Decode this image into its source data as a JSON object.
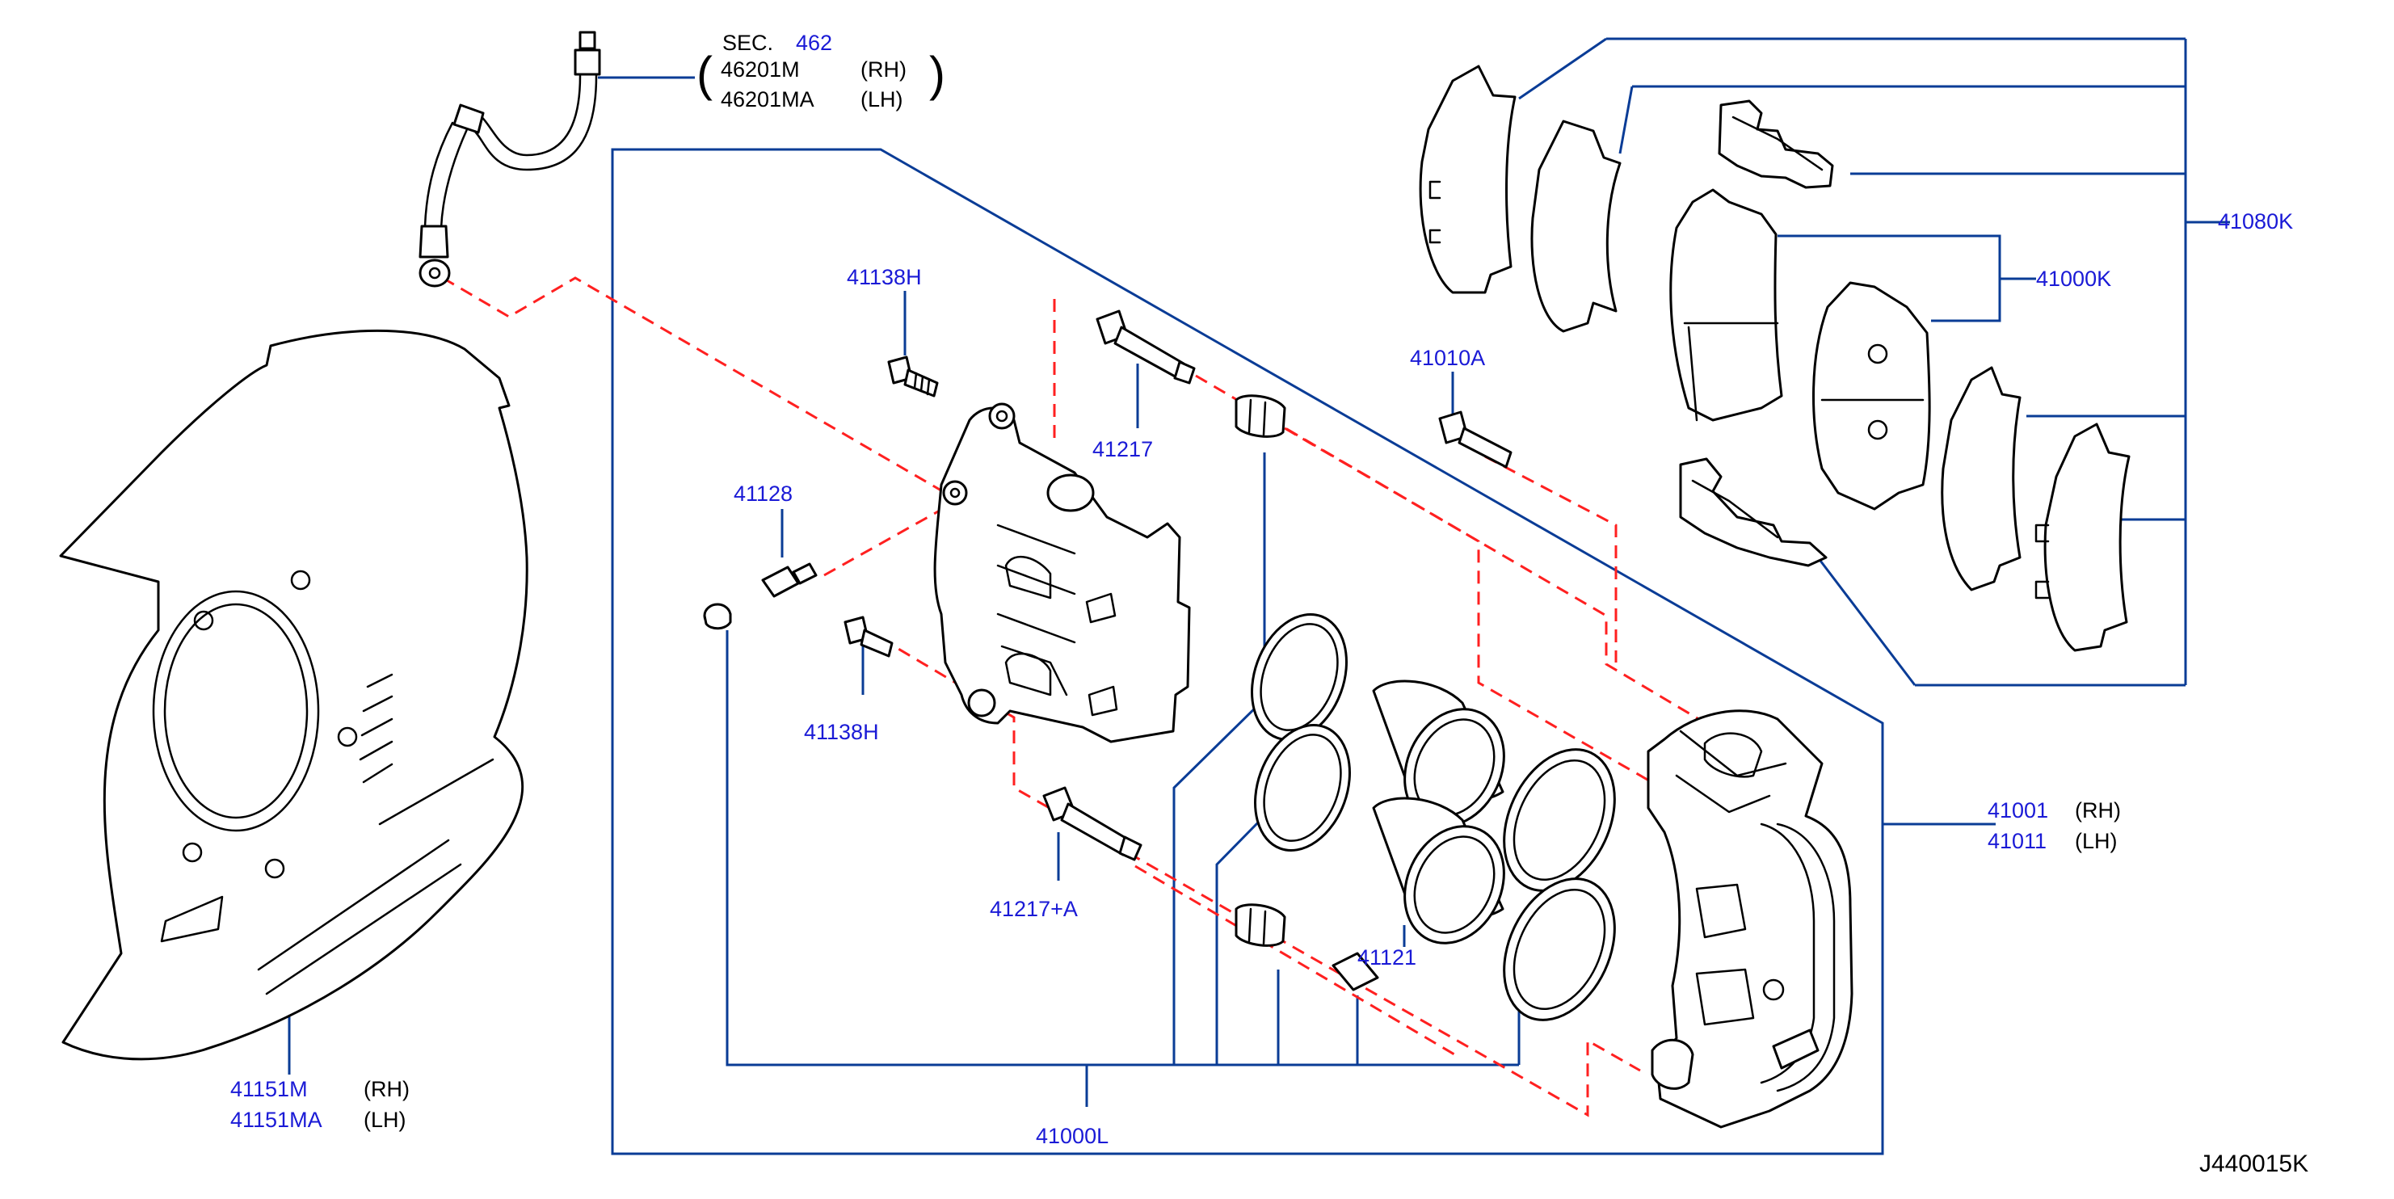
{
  "colors": {
    "label": "#1a1ad6",
    "leader": "#0a3c96",
    "phantom": "#ff2020",
    "line": "#000000"
  },
  "hose": {
    "sec_prefix": "SEC.",
    "sec_number": "462",
    "rh_part": "46201M",
    "rh_side": "(RH)",
    "lh_part": "46201MA",
    "lh_side": "(LH)"
  },
  "labels": {
    "bolt_top": "41138H",
    "pin_top": "41217",
    "bleeder": "41128",
    "bolt_bottom": "41138H",
    "pin_bottom": "41217+A",
    "piston_seal": "41121",
    "mount_bolt": "41010A",
    "pad_kit": "41080K",
    "pad_set": "41000K",
    "caliper_rh": "41001",
    "caliper_rh_side": "(RH)",
    "caliper_lh": "41011",
    "caliper_lh_side": "(LH)",
    "seal_kit": "41000L",
    "shield_rh": "41151M",
    "shield_rh_side": "(RH)",
    "shield_lh": "41151MA",
    "shield_lh_side": "(LH)"
  },
  "diagram_code": "J440015K"
}
